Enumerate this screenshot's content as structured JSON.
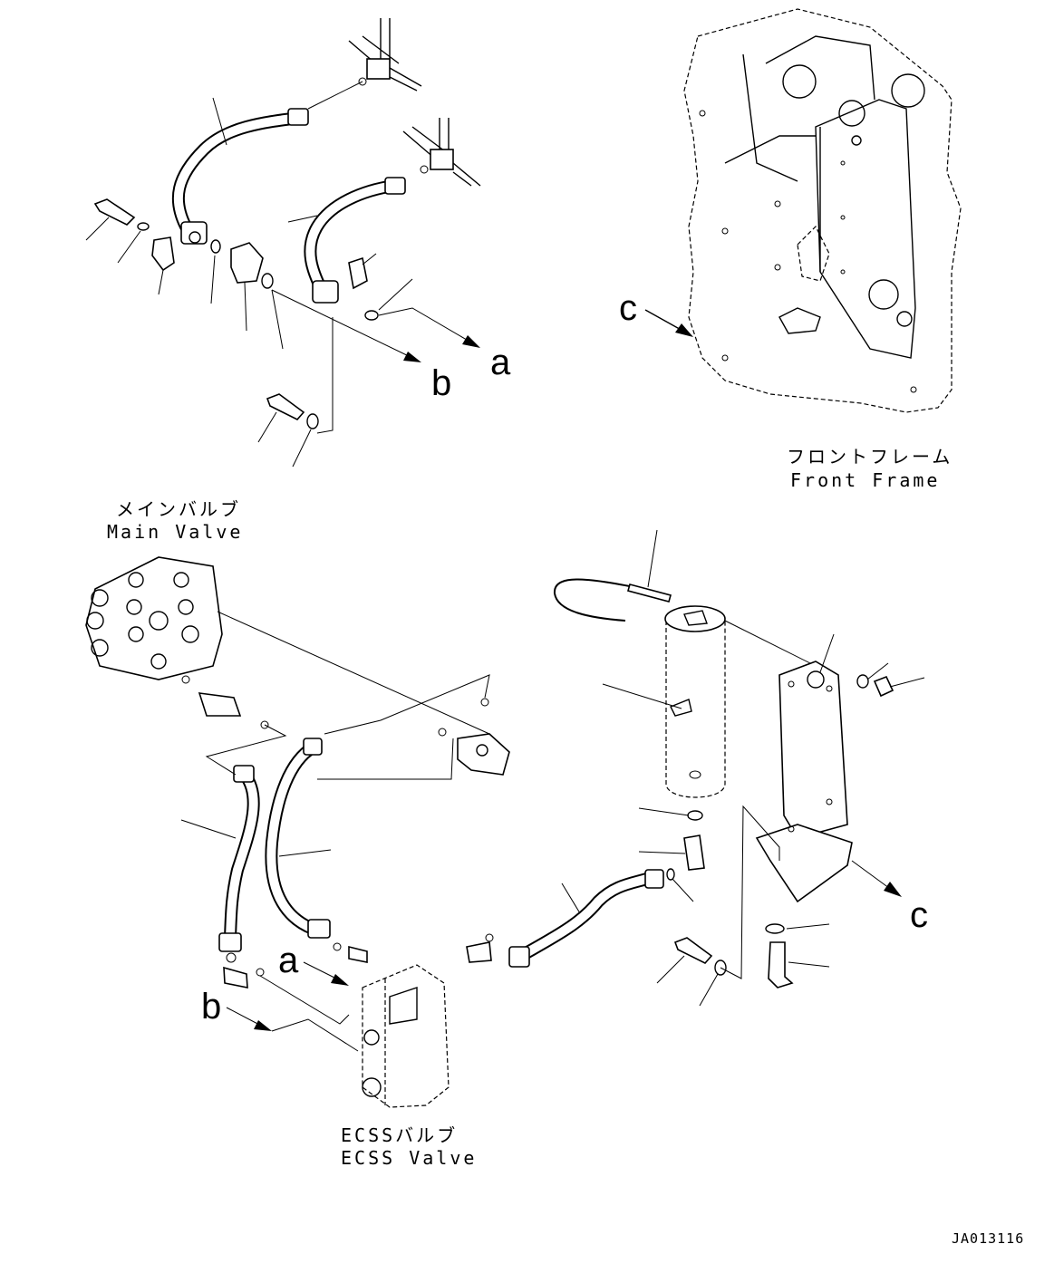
{
  "labels": {
    "front_frame_jp": "フロントフレーム",
    "front_frame_en": "Front Frame",
    "main_valve_jp": "メインバルブ",
    "main_valve_en": "Main Valve",
    "ecss_valve_jp": "ECSSバルブ",
    "ecss_valve_en": "ECSS Valve",
    "ref_a_top": "a",
    "ref_b_top": "b",
    "ref_c_frame": "c",
    "ref_a_bottom": "a",
    "ref_b_bottom": "b",
    "ref_c_bracket": "c",
    "drawing_code": "JA013116"
  }
}
